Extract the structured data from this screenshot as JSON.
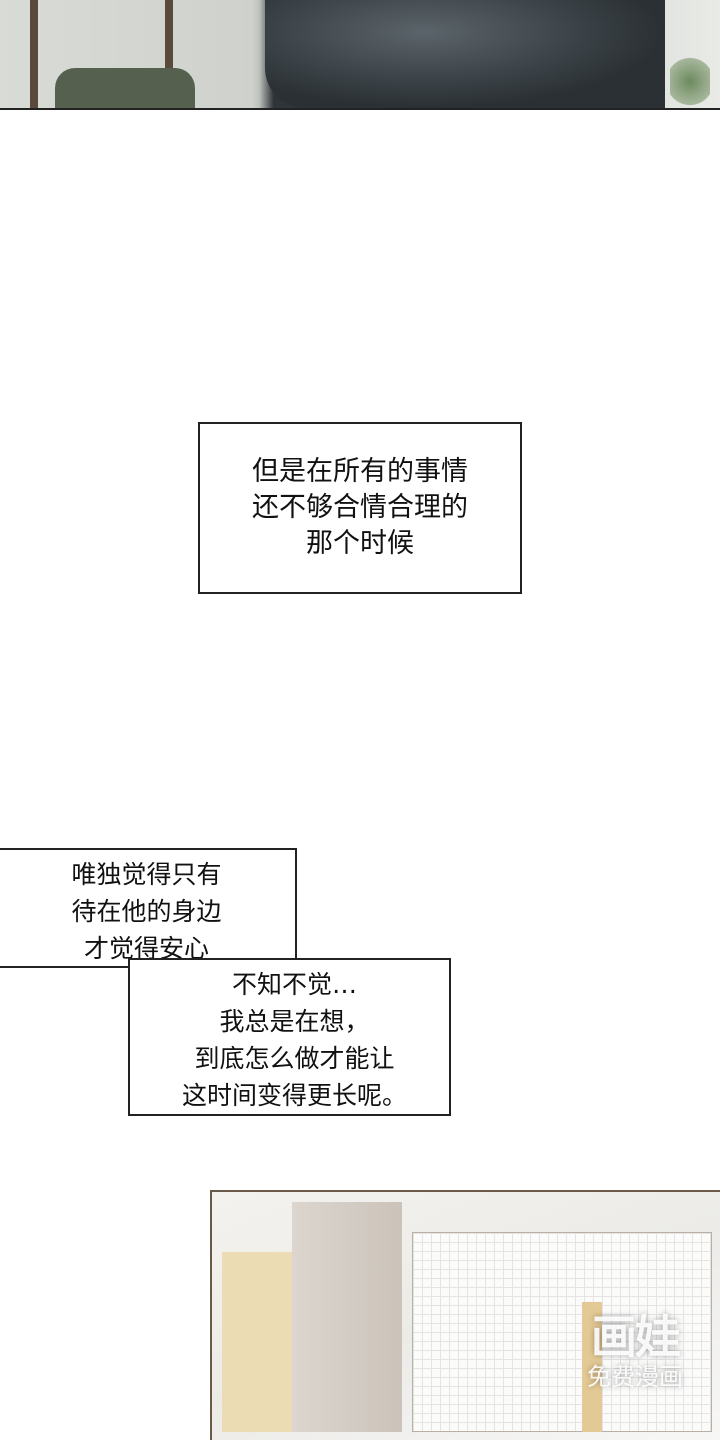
{
  "captions": {
    "first": [
      "但是在所有的事情",
      "还不够合情合理的",
      "那个时候"
    ],
    "second": [
      "唯独觉得只有",
      "待在他的身边",
      "才觉得安心"
    ],
    "third": [
      "不知不觉…",
      "我总是在想，",
      "到底怎么做才能让",
      "这时间变得更长呢。"
    ]
  },
  "watermark": {
    "logo": "画娃",
    "text": "免费漫画"
  }
}
